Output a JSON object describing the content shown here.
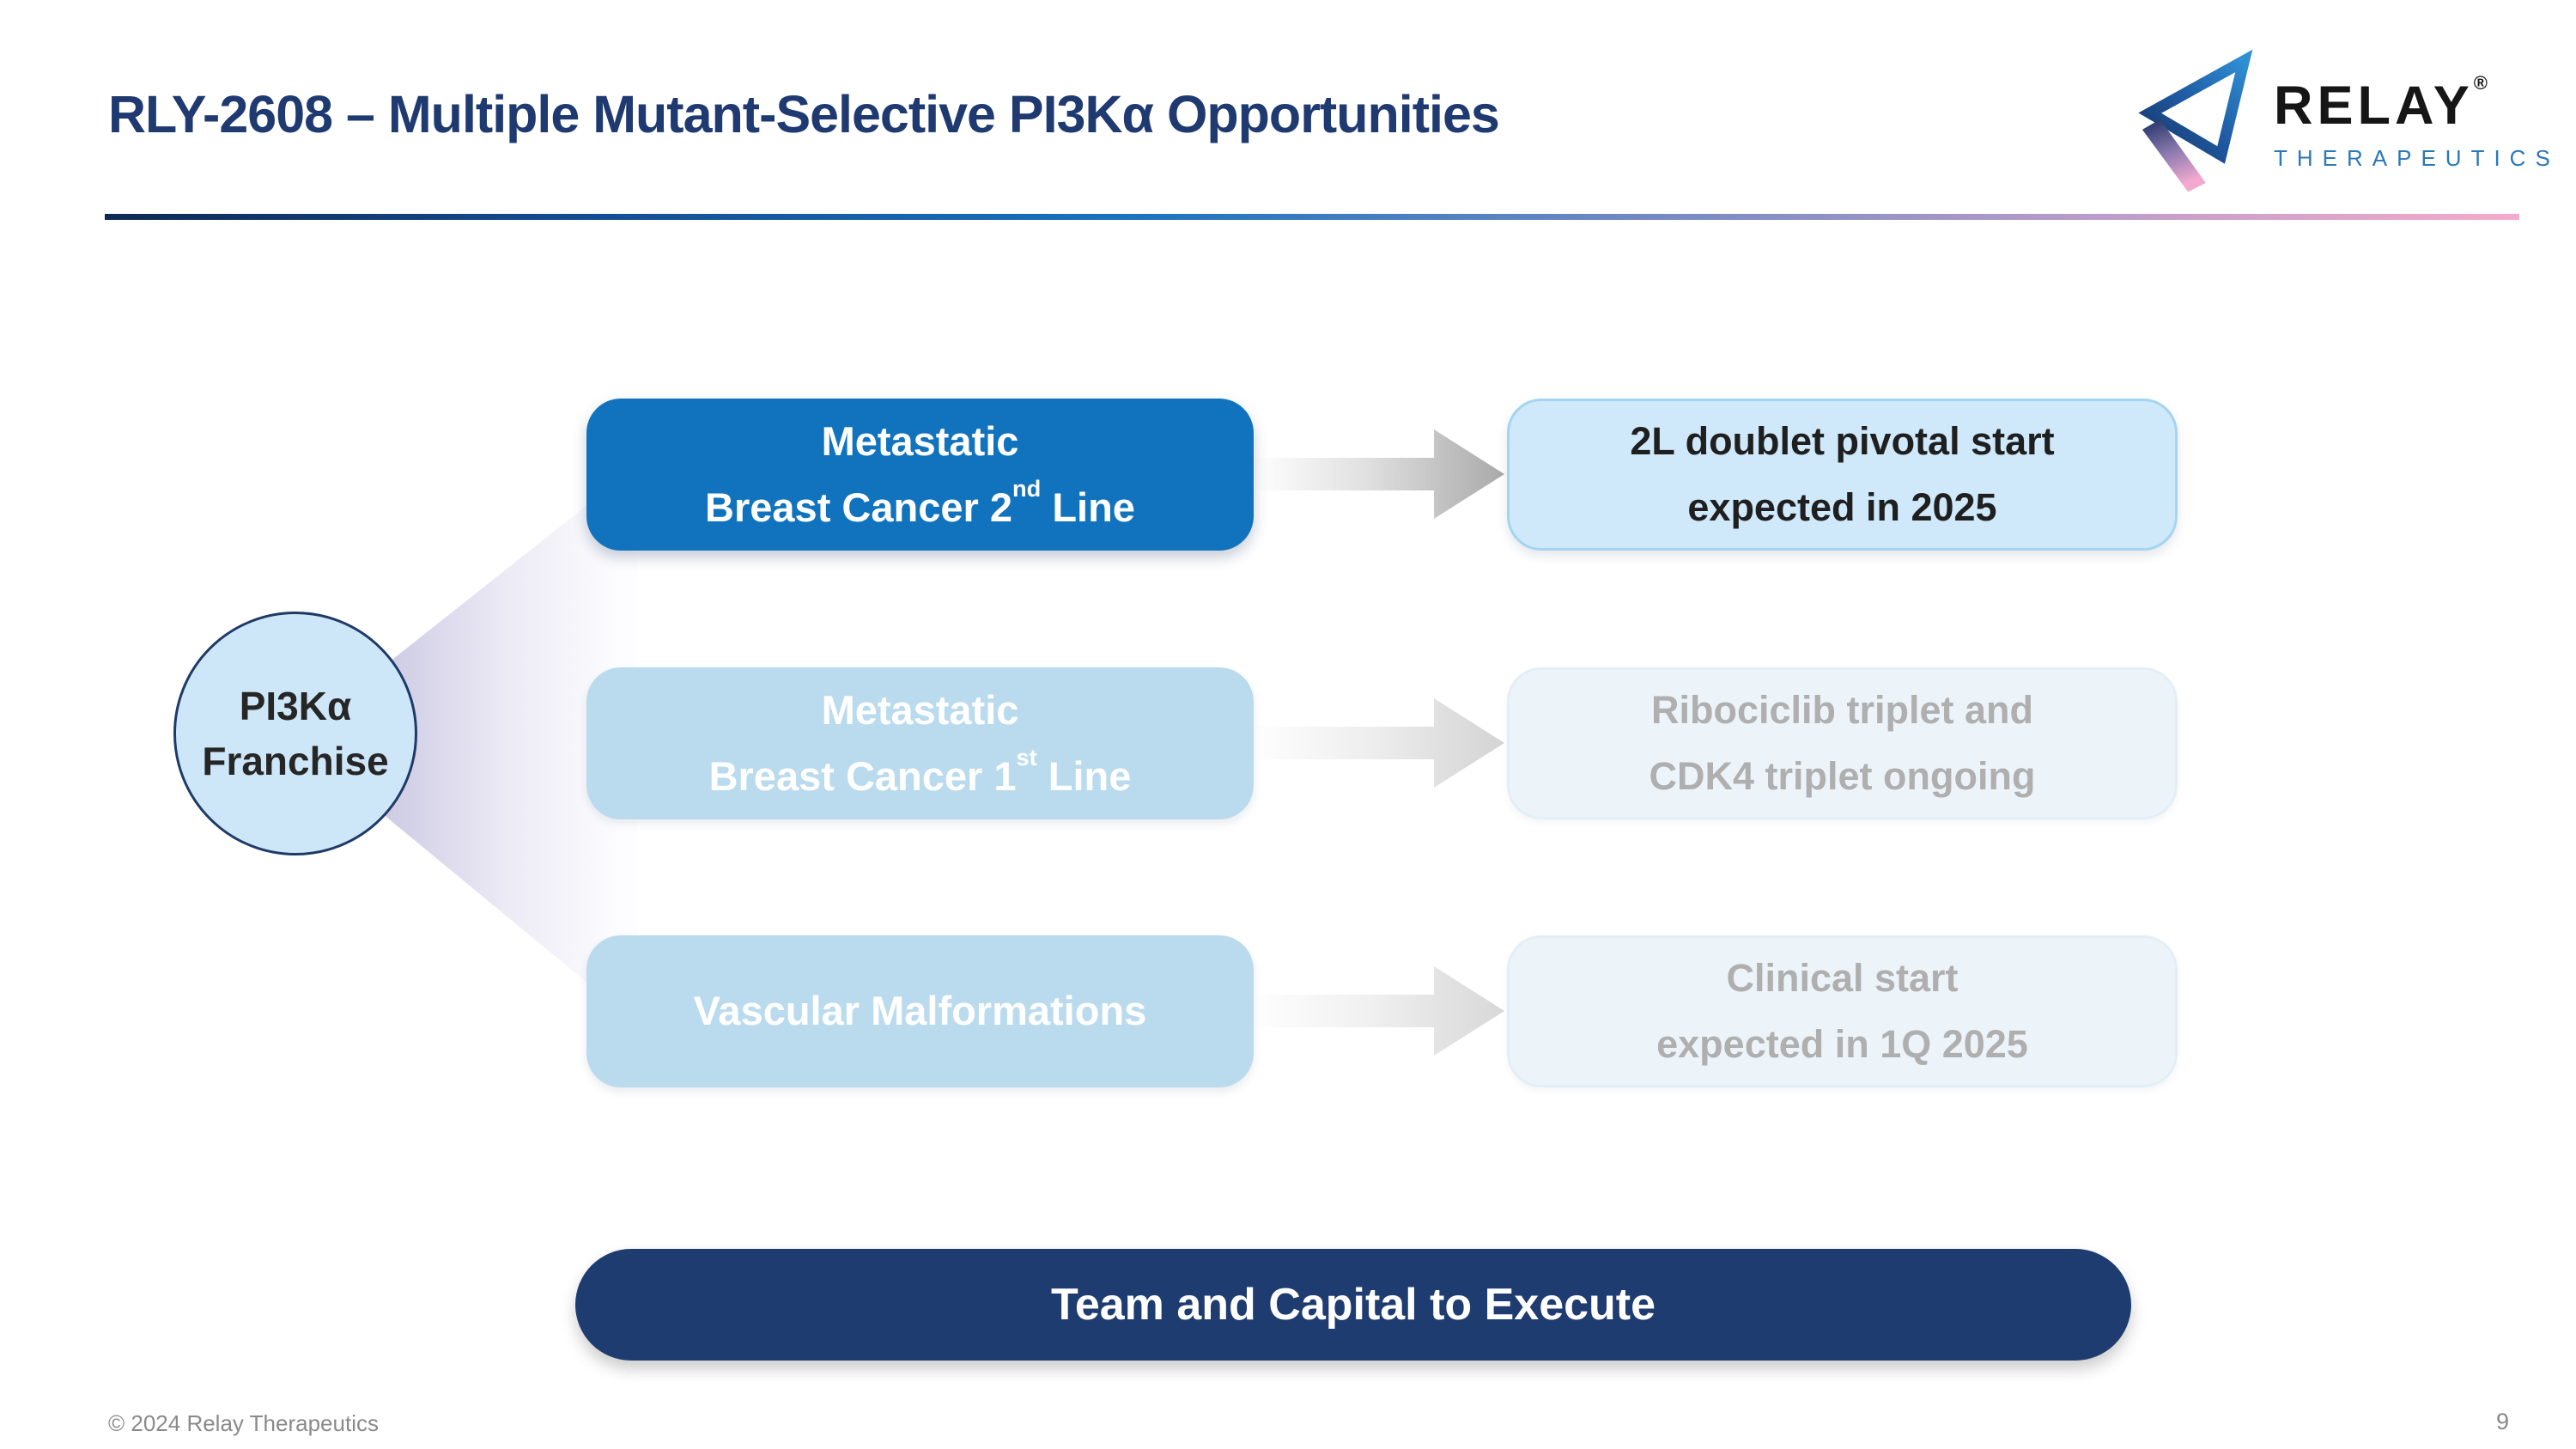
{
  "title": "RLY-2608 – Multiple Mutant-Selective PI3Kα Opportunities",
  "logo": {
    "brand": "RELAY",
    "registered_mark": "®",
    "subbrand": "THERAPEUTICS"
  },
  "hub": {
    "line1": "PI3Kα",
    "line2": "Franchise"
  },
  "rows": [
    {
      "left": {
        "line1": "Metastatic",
        "line2_pre": "Breast Cancer 2",
        "line2_sup": "nd",
        "line2_post": " Line"
      },
      "right": {
        "line1": "2L doublet pivotal start",
        "line2": "expected in 2025"
      }
    },
    {
      "left": {
        "line1": "Metastatic",
        "line2_pre": "Breast Cancer 1",
        "line2_sup": "st",
        "line2_post": " Line"
      },
      "right": {
        "line1": "Ribociclib triplet and",
        "line2": "CDK4 triplet ongoing"
      }
    },
    {
      "left": {
        "line1": "Vascular Malformations",
        "line2_pre": "",
        "line2_sup": "",
        "line2_post": ""
      },
      "right": {
        "line1": "Clinical start",
        "line2": "expected in 1Q 2025"
      }
    }
  ],
  "banner": {
    "label": "Team and Capital to Execute"
  },
  "footer": {
    "copyright": "© 2024 Relay Therapeutics",
    "page_number": "9"
  },
  "icons": {
    "logo": "relay-logo-icon",
    "arrow": "arrow-right-icon"
  },
  "colors": {
    "title_navy": "#1F3A70",
    "primary_blue": "#1173BD",
    "banner_navy": "#1F3C70",
    "hub_fill": "#CDE7F9",
    "hub_border": "#1E3A67",
    "muted_blue": "#BADBEE",
    "light_blue_fill": "#CFE9FB",
    "light_blue_border": "#A3D4F1",
    "faint_blue_fill": "#EDF4F9",
    "faint_text_gray": "#AFAFAF",
    "fan_lavender": "#B5B1D5",
    "divider_pink": "#F5ABCB",
    "footer_gray": "#8A8A8A"
  }
}
